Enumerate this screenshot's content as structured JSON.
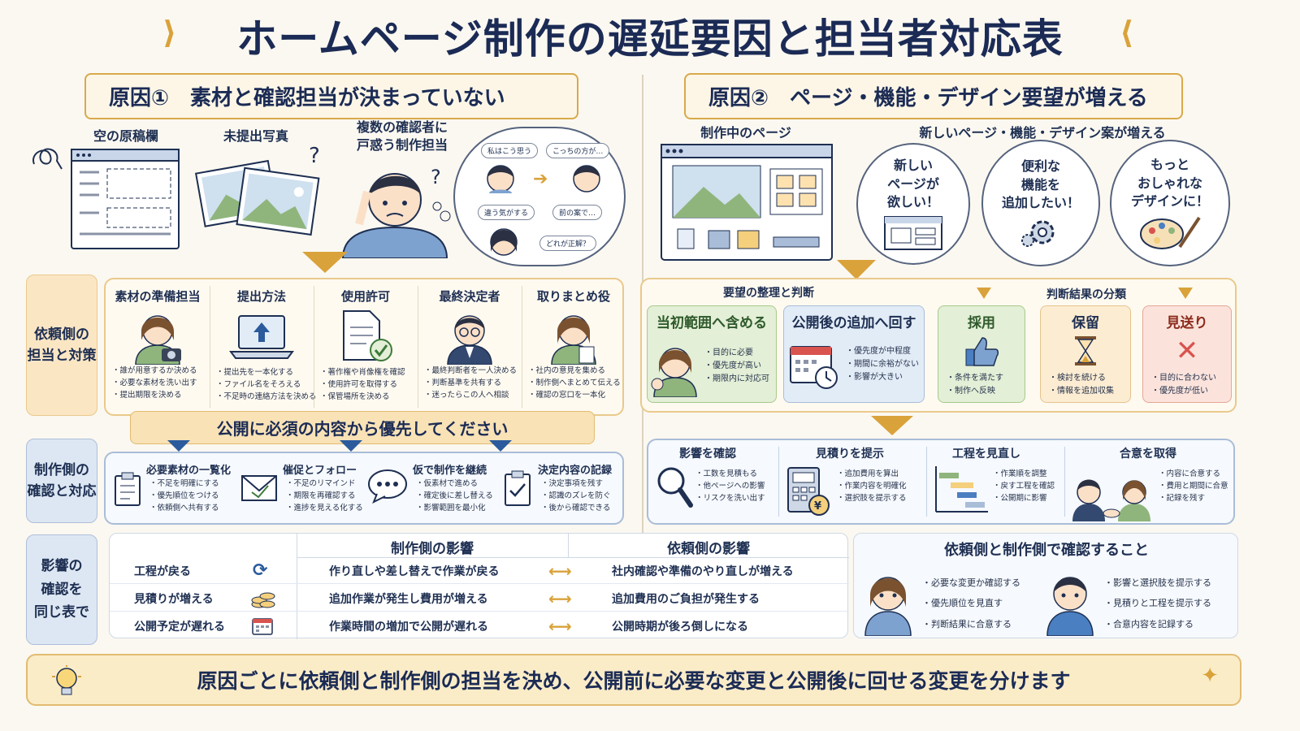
{
  "title": "ホームページ制作の遅延要因と担当者対応表",
  "cause1": {
    "title": "原因①　素材と確認担当が決まっていない",
    "label_manuscript": "空の原稿欄",
    "label_photos": "未提出写真",
    "label_confused": "複数の確認者に\n戸惑う制作担当",
    "speech": [
      "私はこう思う",
      "こっちの方が…",
      "違う気がする",
      "前の案で…",
      "どれが正解？"
    ]
  },
  "cause2": {
    "title": "原因②　ページ・機能・デザイン要望が増える",
    "label_page": "制作中のページ",
    "label_requests": "新しいページ・機能・デザイン案が増える",
    "bubbles": [
      "新しい\nページが\n欲しい！",
      "便利な\n機能を\n追加したい！",
      "もっと\nおしゃれな\nデザインに！"
    ]
  },
  "client_side": {
    "label": "依頼側の\n担当と対策",
    "roles": [
      {
        "title": "素材の準備担当",
        "items": [
          "誰が用意するか決める",
          "必要な素材を洗い出す",
          "提出期限を決める"
        ]
      },
      {
        "title": "提出方法",
        "items": [
          "提出先を一本化する",
          "ファイル名をそろえる",
          "不足時の連絡方法を決める"
        ]
      },
      {
        "title": "使用許可",
        "items": [
          "著作権や肖像権を確認",
          "使用許可を取得する",
          "保管場所を決める"
        ]
      },
      {
        "title": "最終決定者",
        "items": [
          "最終判断者を一人決める",
          "判断基準を共有する",
          "迷ったらこの人へ相談"
        ]
      },
      {
        "title": "取りまとめ役",
        "items": [
          "社内の意見を集める",
          "制作側へまとめて伝える",
          "確認の窓口を一本化"
        ]
      }
    ],
    "banner": "公開に必須の内容から優先してください"
  },
  "producer_side": {
    "label": "制作側の\n確認と対応",
    "items": [
      {
        "title": "必要素材の一覧化",
        "items": [
          "不足を明確にする",
          "優先順位をつける",
          "依頼側へ共有する"
        ]
      },
      {
        "title": "催促とフォロー",
        "items": [
          "不足のリマインド",
          "期限を再確認する",
          "進捗を見える化する"
        ]
      },
      {
        "title": "仮で制作を継続",
        "items": [
          "仮素材で進める",
          "確定後に差し替える",
          "影響範囲を最小化"
        ]
      },
      {
        "title": "決定内容の記録",
        "items": [
          "決定事項を残す",
          "認識のズレを防ぐ",
          "後から確認できる"
        ]
      }
    ]
  },
  "decision": {
    "label_organize": "要望の整理と判断",
    "label_classify": "判断結果の分類",
    "initial": {
      "title": "当初範囲へ含める",
      "items": [
        "目的に必要",
        "優先度が高い",
        "期限内に対応可"
      ]
    },
    "later": {
      "title": "公開後の追加へ回す",
      "items": [
        "優先度が中程度",
        "期間に余裕がない",
        "影響が大きい"
      ]
    },
    "adopt": {
      "title": "採用",
      "items": [
        "条件を満たす",
        "制作へ反映"
      ]
    },
    "hold": {
      "title": "保留",
      "items": [
        "検討を続ける",
        "情報を追加収集"
      ]
    },
    "skip": {
      "title": "見送り",
      "items": [
        "目的に合わない",
        "優先度が低い"
      ]
    }
  },
  "process": [
    {
      "title": "影響を確認",
      "items": [
        "工数を見積もる",
        "他ページへの影響",
        "リスクを洗い出す"
      ]
    },
    {
      "title": "見積りを提示",
      "items": [
        "追加費用を算出",
        "作業内容を明確化",
        "選択肢を提示する"
      ]
    },
    {
      "title": "工程を見直し",
      "items": [
        "作業順を調整",
        "戻す工程を確認",
        "公開期に影響"
      ]
    },
    {
      "title": "合意を取得",
      "items": [
        "内容に合意する",
        "費用と期間に合意",
        "記録を残す"
      ]
    }
  ],
  "impact": {
    "label": "影響の\n確認を\n同じ表で",
    "header_producer": "制作側の影響",
    "header_client": "依頼側の影響",
    "rows": [
      {
        "name": "工程が戻る",
        "producer": "作り直しや差し替えで作業が戻る",
        "client": "社内確認や準備のやり直しが増える"
      },
      {
        "name": "見積りが増える",
        "producer": "追加作業が発生し費用が増える",
        "client": "追加費用のご負担が発生する"
      },
      {
        "name": "公開予定が遅れる",
        "producer": "作業時間の増加で公開が遅れる",
        "client": "公開時期が後ろ倒しになる"
      }
    ],
    "confirm_title": "依頼側と制作側で確認すること",
    "client_items": [
      "必要な変更か確認する",
      "優先順位を見直す",
      "判断結果に合意する"
    ],
    "producer_items": [
      "影響と選択肢を提示する",
      "見積りと工程を提示する",
      "合意内容を記録する"
    ]
  },
  "footer": "原因ごとに依頼側と制作側の担当を決め、公開前に必要な変更と公開後に回せる変更を分けます"
}
